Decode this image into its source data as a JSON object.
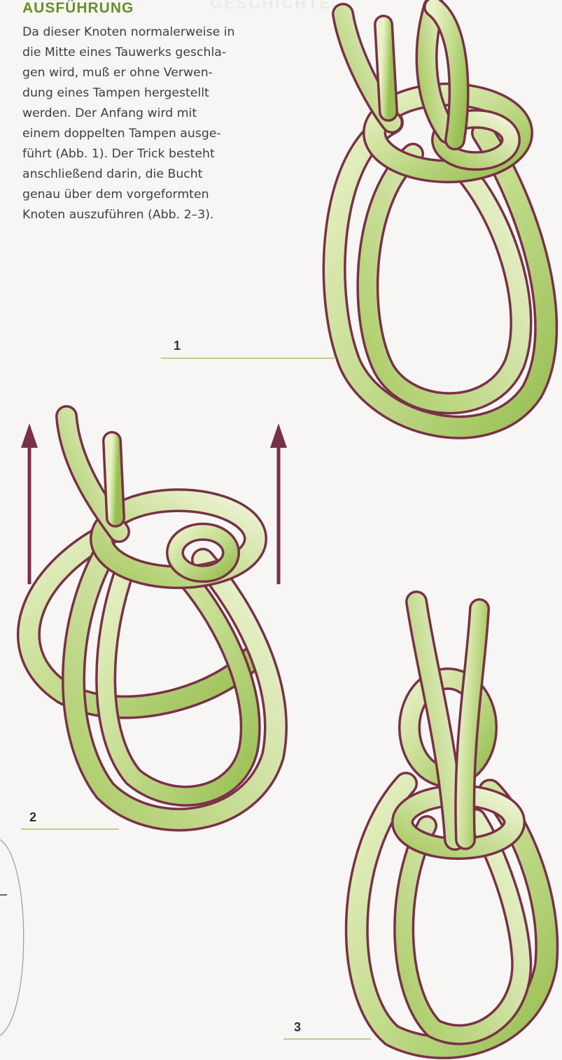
{
  "heading": "AUSFÜHRUNG",
  "ghost_heading": "GESCHICHTE",
  "body_lines": [
    "Da dieser Knoten normalerweise in",
    "die Mitte eines Tauwerks geschla-",
    "gen wird, muß er ohne Verwen-",
    "dung eines Tampen hergestellt",
    "werden. Der Anfang wird mit",
    "einem doppelten Tampen ausge-",
    "führt (Abb. 1). Der Trick besteht",
    "anschließend darin, die Bucht",
    "genau über dem vorgeformten",
    "Knoten auszuführen (Abb. 2–3)."
  ],
  "figures": [
    {
      "label": "1"
    },
    {
      "label": "2"
    },
    {
      "label": "3"
    }
  ],
  "colors": {
    "rope_fill": "#b8d37c",
    "rope_light": "#eef3d4",
    "rope_outline": "#7a3148",
    "arrow": "#7a3148",
    "heading": "#6a8d2e",
    "leader_line": "#a8c46a"
  }
}
